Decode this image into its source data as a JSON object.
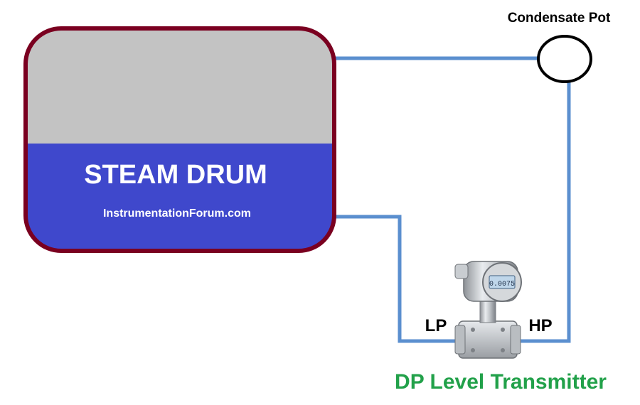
{
  "drum": {
    "title": "STEAM DRUM",
    "watermark": "InstrumentationForum.com"
  },
  "condensate_pot": {
    "label": "Condensate Pot"
  },
  "transmitter": {
    "name": "DP Level Transmitter",
    "lp_label": "LP",
    "hp_label": "HP",
    "display_value": "0.0075"
  },
  "colors": {
    "drum_border": "#7a0020",
    "steam_space": "#c3c3c3",
    "water_space": "#3f48cc",
    "impulse_line": "#5b8fcf",
    "title_text": "#ffffff",
    "transmitter_label": "#22a14a"
  }
}
